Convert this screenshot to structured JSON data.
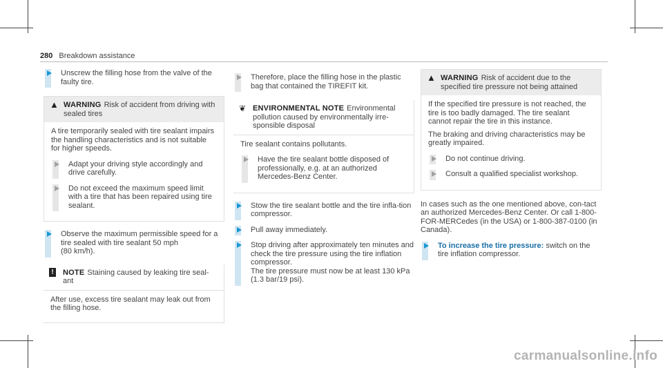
{
  "header": {
    "page_number": "280",
    "section_title": "Breakdown assistance"
  },
  "col1": {
    "step1": "Unscrew the filling hose from the valve of the faulty tire.",
    "warning": {
      "keyword": "WARNING",
      "title": "Risk of accident from driving with sealed tires",
      "text": "A tire temporarily sealed with tire sealant impairs the handling characteristics and is not suitable for higher speeds.",
      "steps": [
        "Adapt your driving style accordingly and drive carefully.",
        "Do not exceed the maximum speed limit with a tire that has been repaired using tire sealant."
      ]
    },
    "step2": "Observe the maximum permissible speed for a tire sealed with tire sealant 50 mph\n(80 km/h).",
    "note": {
      "keyword": "NOTE",
      "title": "Staining caused by leaking tire seal-ant",
      "text": "After use, excess tire sealant may leak out from the filling hose."
    }
  },
  "col2": {
    "step1": "Therefore, place the filling hose in the plastic bag that contained the TIREFIT kit.",
    "env": {
      "keyword": "ENVIRONMENTAL NOTE",
      "title": "Environmental pollution caused by environmentally irre-sponsible disposal",
      "text": "Tire sealant contains pollutants.",
      "step": "Have the tire sealant bottle disposed of professionally, e.g. at an authorized Mercedes-Benz Center."
    },
    "steps": [
      "Stow the tire sealant bottle and the tire infla-tion compressor.",
      "Pull away immediately.",
      "Stop driving after approximately ten minutes and check the tire pressure using the tire inflation compressor.\nThe tire pressure must now be at least 130 kPa (1.3 bar/19 psi)."
    ]
  },
  "col3": {
    "warning": {
      "keyword": "WARNING",
      "title": "Risk of accident due to the specified tire pressure not being attained",
      "text1": "If the specified tire pressure is not reached, the tire is too badly damaged. The tire sealant cannot repair the tire in this instance.",
      "text2": "The braking and driving characteristics may be greatly impaired.",
      "steps": [
        "Do not continue driving.",
        "Consult a qualified specialist workshop."
      ]
    },
    "para": "In cases such as the one mentioned above, con-tact an authorized Mercedes-Benz Center. Or call 1-800-FOR-MERCedes (in the USA) or 1-800-387-0100 (in Canada).",
    "step_bold": "To increase the tire pressure:",
    "step_text": "switch on the tire inflation compressor."
  },
  "watermark": "carmanualsonline.info"
}
